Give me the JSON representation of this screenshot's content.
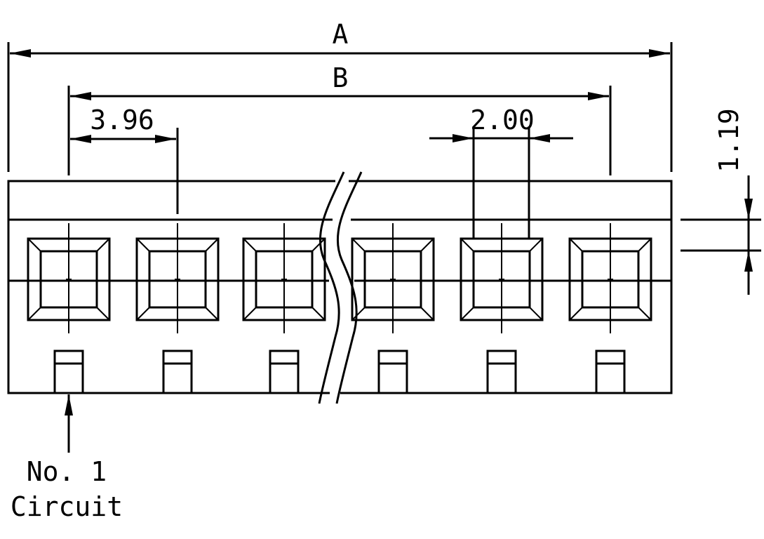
{
  "dimensions": {
    "overall_label": "A",
    "pitch_span_label": "B",
    "pitch": "3.96",
    "window_width": "2.00",
    "window_offset": "1.19"
  },
  "callout": {
    "line1": "No. 1",
    "line2": "Circuit"
  },
  "connector": {
    "positions_shown": 6
  }
}
